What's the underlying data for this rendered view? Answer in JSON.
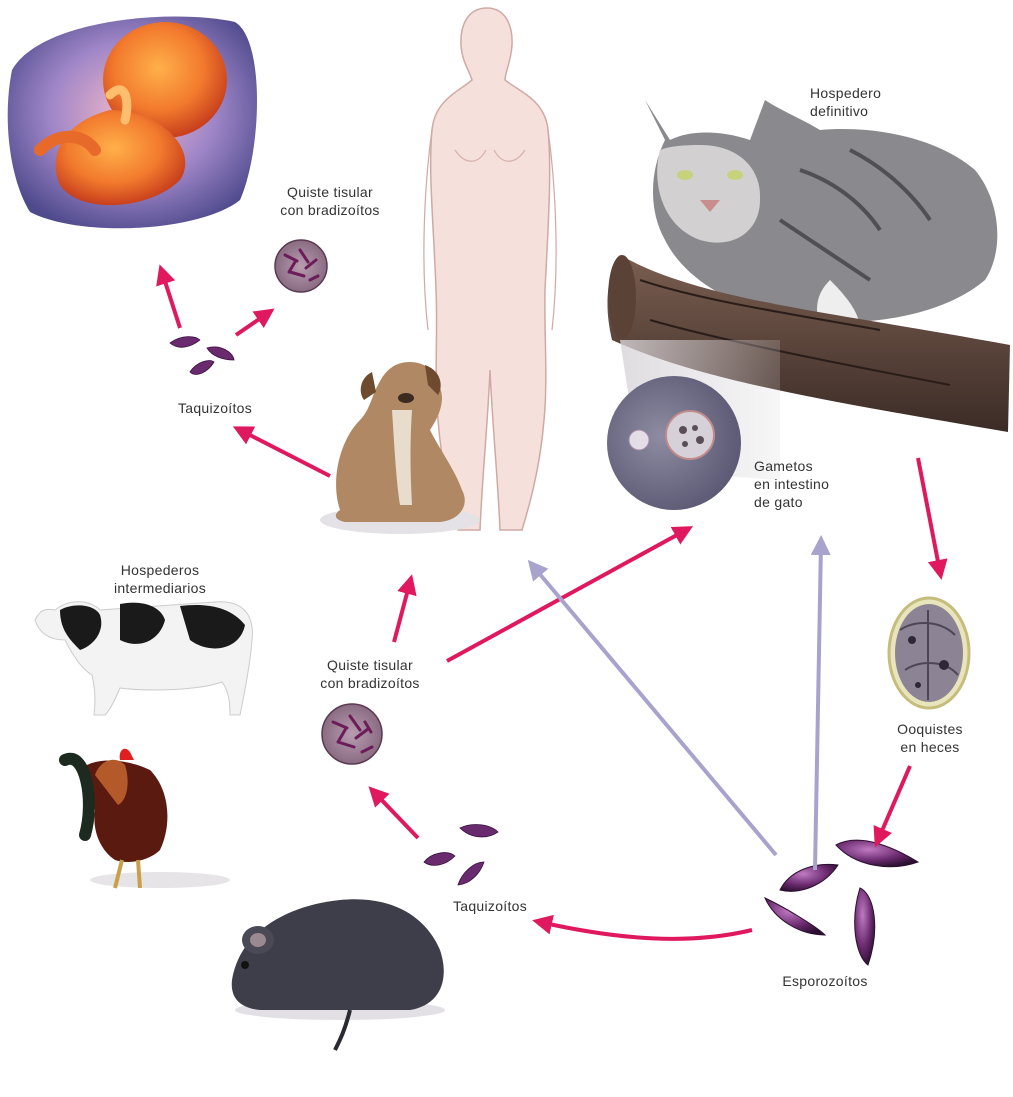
{
  "labels": {
    "cyst_top": [
      "Quiste tisular",
      "con bradizoítos"
    ],
    "tachy_top": "Taquizoítos",
    "definitive_host": [
      "Hospedero",
      "definitivo"
    ],
    "gametes": [
      "Gametos",
      "en intestino",
      "de gato"
    ],
    "intermediate_hosts": [
      "Hospederos",
      "intermediarios"
    ],
    "cyst_mid": [
      "Quiste tisular",
      "con bradizoítos"
    ],
    "oocysts": [
      "Ooquistes",
      "en heces"
    ],
    "tachy_bottom": "Taquizoítos",
    "sporozoites": "Esporozoítos"
  },
  "colors": {
    "magenta_arrow": "#e0195e",
    "lavender_arrow": "#a8a3cc",
    "label_text": "#333333",
    "parasite": "#6a2a6e"
  },
  "icons": [
    "fetus-icon",
    "human-figure-icon",
    "cat-icon",
    "log-icon",
    "dog-icon",
    "cow-icon",
    "rooster-icon",
    "mouse-icon",
    "tissue-cyst-icon",
    "intestine-gamete-icon",
    "oocyst-icon",
    "tachyzoite-icon",
    "sporozoite-icon"
  ]
}
